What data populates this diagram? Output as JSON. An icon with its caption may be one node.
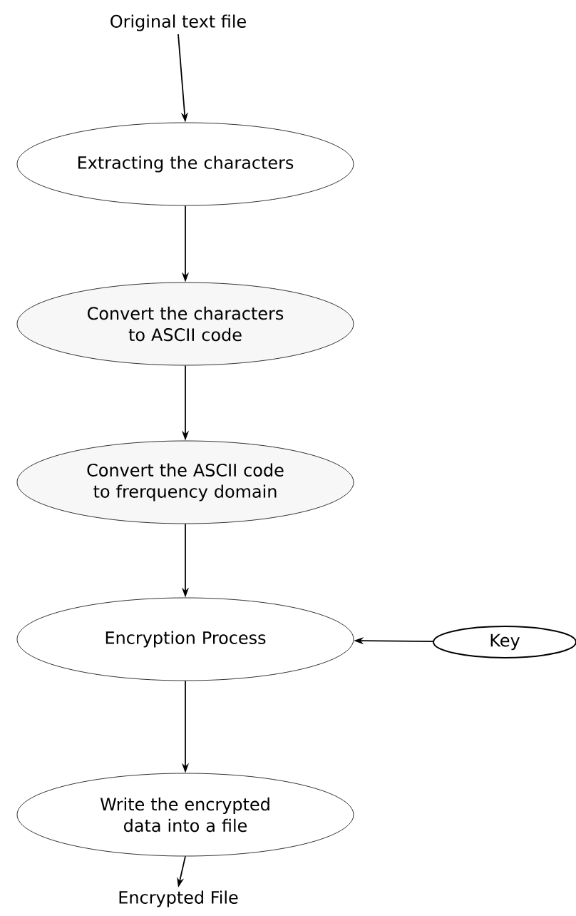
{
  "diagram": {
    "nodes": [
      {
        "text": [
          "Original text file"
        ]
      },
      {
        "text": [
          "Extracting the characters"
        ]
      },
      {
        "text": [
          "Convert the characters to ASCII code"
        ]
      },
      {
        "text": [
          "Convert the ASCII code to frerquency domain"
        ]
      },
      {
        "text": [
          "Encryption Process"
        ]
      },
      {
        "text": [
          "Key"
        ]
      },
      {
        "text": [
          "Write the encrypted data into a file"
        ]
      },
      {
        "text": [
          "Encrypted File"
        ]
      }
    ],
    "edges": [
      {
        "from": 0,
        "to": 1,
        "arrow": "to"
      },
      {
        "from": 1,
        "to": 2,
        "arrow": "to"
      },
      {
        "from": 2,
        "to": 3,
        "arrow": "to"
      },
      {
        "from": 3,
        "to": 4,
        "arrow": "to"
      },
      {
        "from": 5,
        "to": 4,
        "arrow": "to"
      },
      {
        "from": 4,
        "to": 6,
        "arrow": "to"
      },
      {
        "from": 6,
        "to": 7,
        "arrow": "to"
      }
    ]
  }
}
